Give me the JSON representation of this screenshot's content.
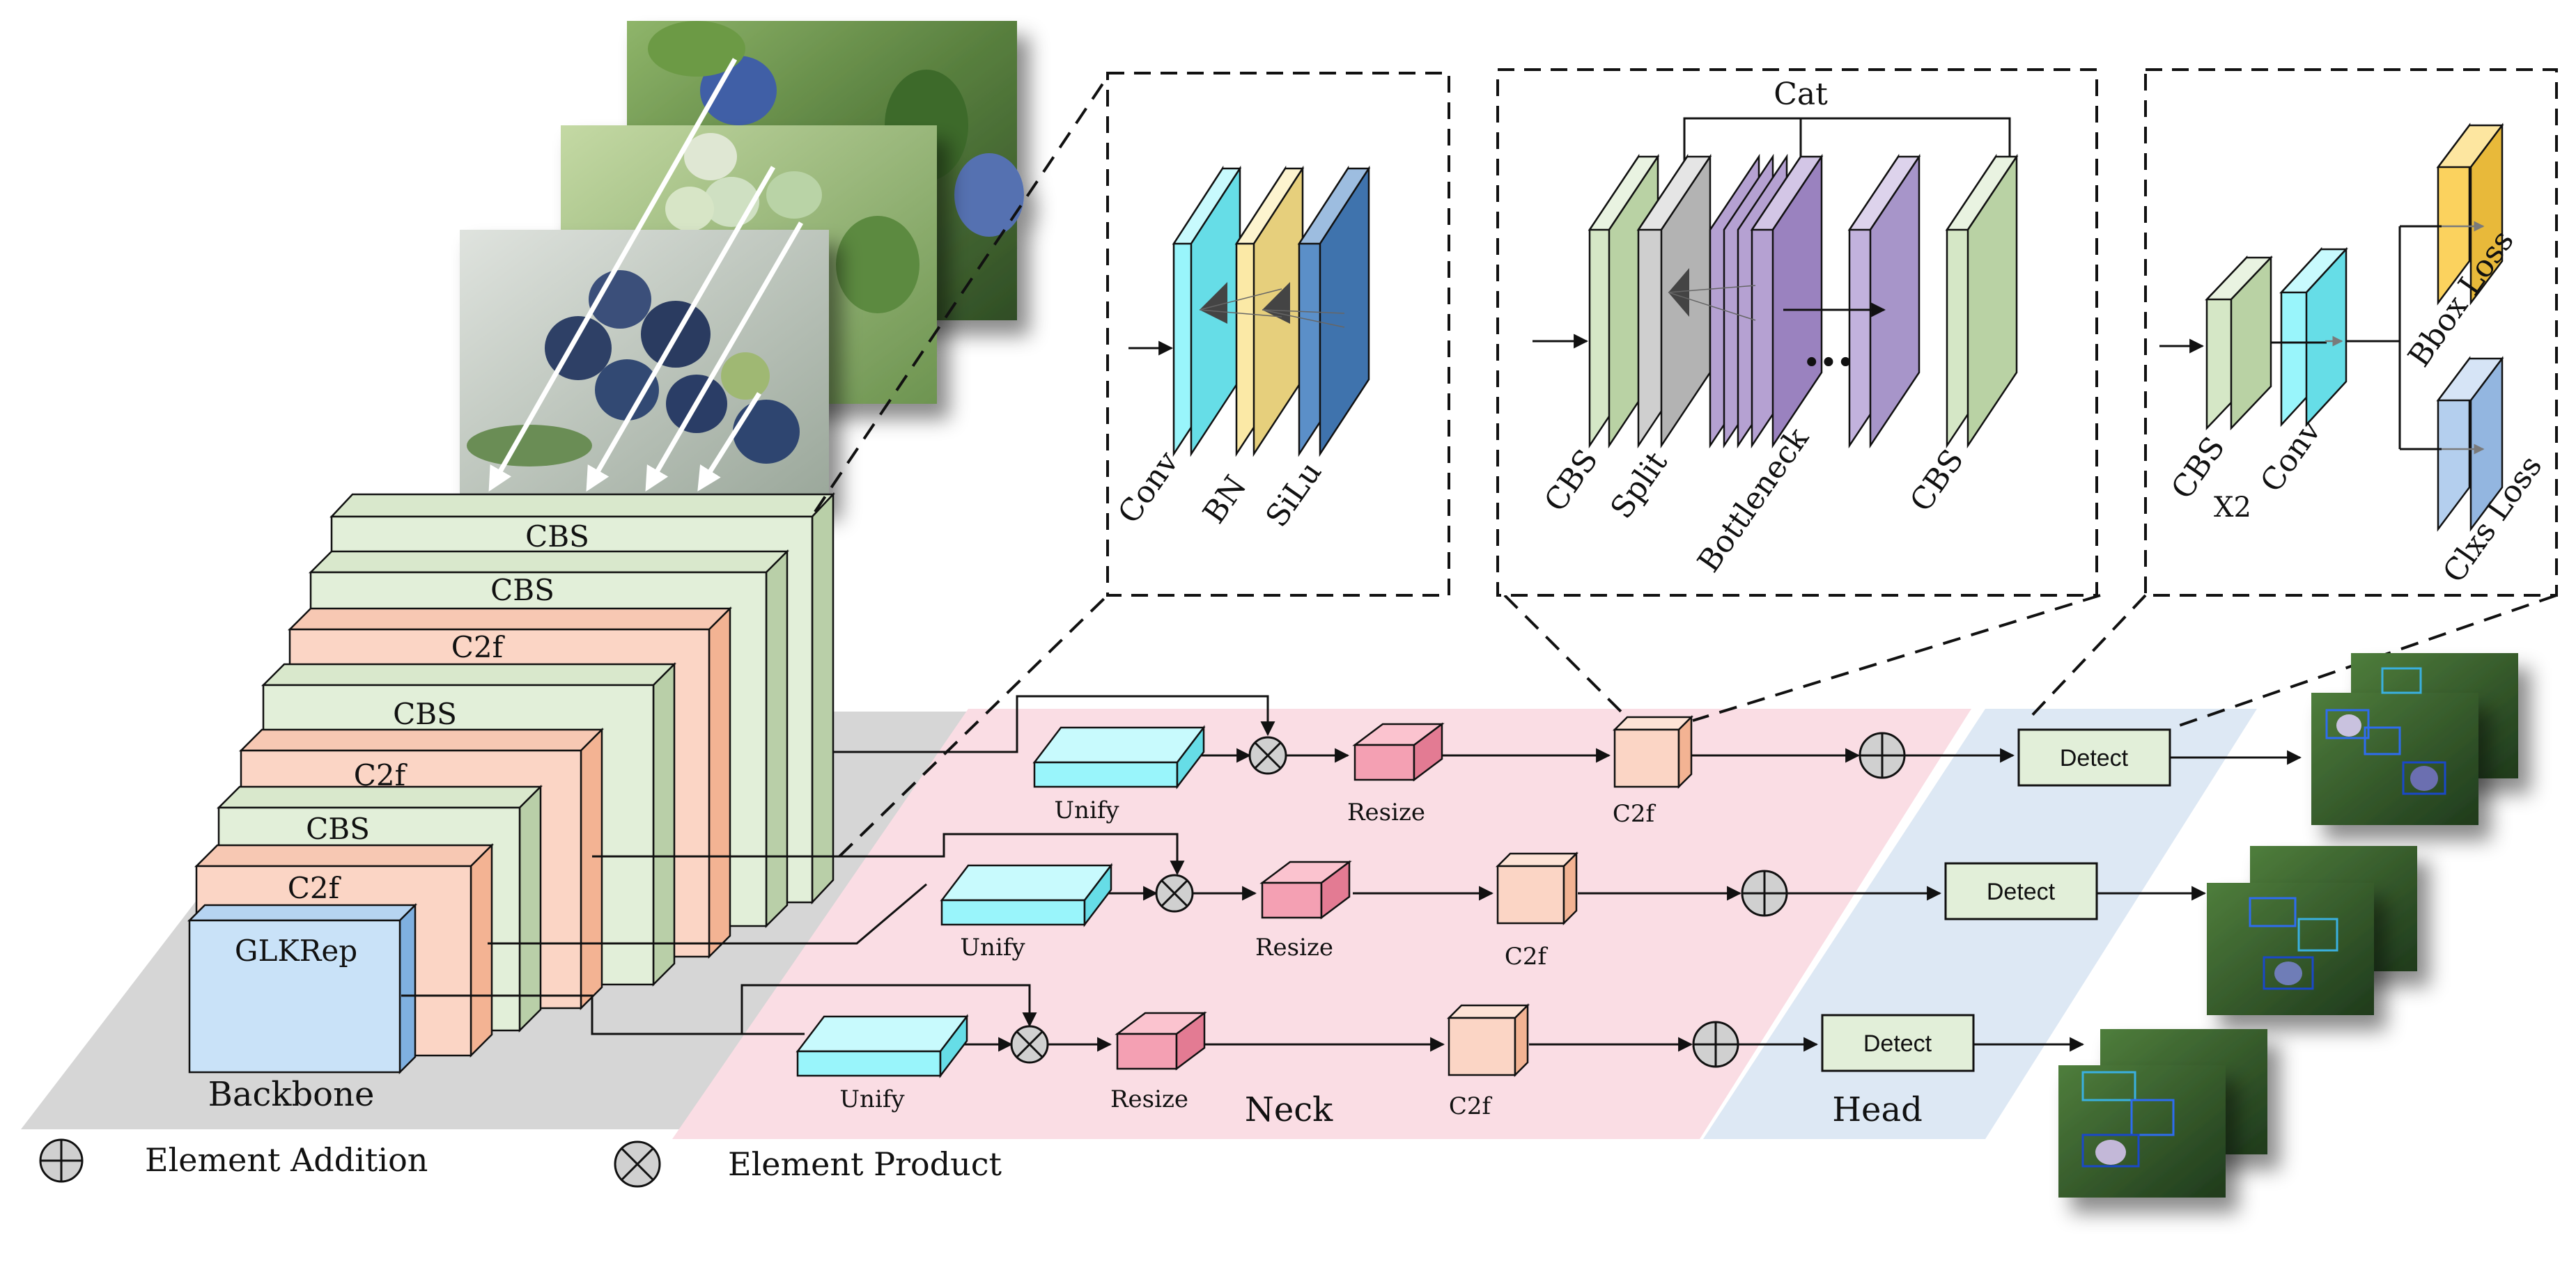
{
  "backbone": {
    "region_label": "Backbone",
    "layers": [
      "CBS",
      "CBS",
      "C2f",
      "CBS",
      "C2f",
      "CBS",
      "C2f",
      "GLKRep"
    ]
  },
  "neck": {
    "region_label": "Neck",
    "unify_label": "Unify",
    "resize_label": "Resize",
    "c2f_label": "C2f"
  },
  "head": {
    "region_label": "Head",
    "detect_label": "Detect"
  },
  "cbs_detail": {
    "labels": [
      "Conv",
      "BN",
      "SiLu"
    ]
  },
  "c2f_detail": {
    "cat_label": "Cat",
    "labels": [
      "CBS",
      "Split",
      "Bottleneck",
      "CBS"
    ],
    "ellipsis": "..."
  },
  "detect_detail": {
    "cbs_label": "CBS",
    "repeat_label": "X2",
    "conv_label": "Conv",
    "bbox_label": "Bbox Loss",
    "cls_label": "Clxs Loss"
  },
  "legend": {
    "addition": "Element Addition",
    "product": "Element Product"
  },
  "colors": {
    "green_layer": "#e2efd9",
    "salmon_layer": "#fbd5c5",
    "blue_layer": "#c9e2f8",
    "cyan": "#99f5fb",
    "yellow": "#fbe9a6",
    "steel_blue": "#5b8fc8",
    "purple": "#b5a1d2",
    "gold": "#fbd25e",
    "pink_region": "#fadde4",
    "blue_region": "#dde8f4",
    "grey_region": "#d6d6d6"
  }
}
